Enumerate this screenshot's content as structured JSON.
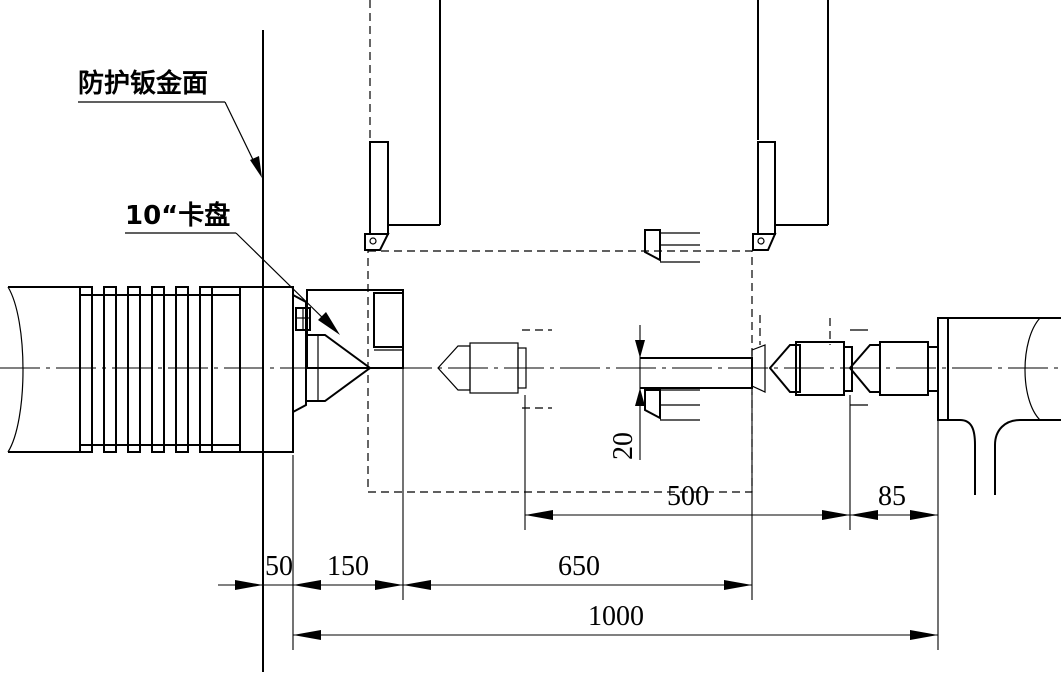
{
  "labels": {
    "sheet_metal": "防护钣金面",
    "chuck": "10“卡盘"
  },
  "dimensions": {
    "d50": "50",
    "d150": "150",
    "d650": "650",
    "d1000": "1000",
    "d500": "500",
    "d85": "85",
    "d20": "20"
  }
}
